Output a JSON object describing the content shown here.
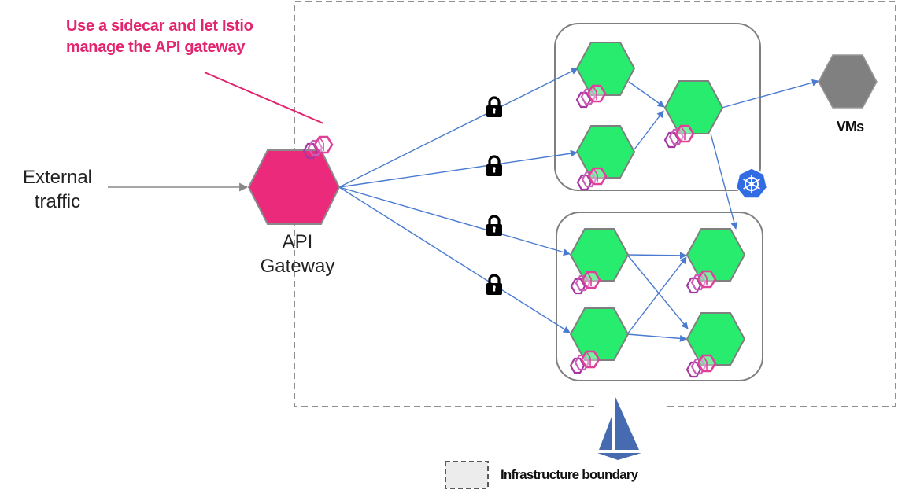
{
  "annotation": {
    "line1": "Use a sidecar and let Istio",
    "line2": "manage the API gateway"
  },
  "external_traffic": {
    "line1": "External",
    "line2": "traffic"
  },
  "api_gateway": {
    "line1": "API",
    "line2": "Gateway"
  },
  "vms": {
    "label": "VMs"
  },
  "legend": {
    "boundary_label": "Infrastructure boundary"
  },
  "icons": {
    "lock": "lock-icon",
    "sidecar": "envoy-sidecar-icon",
    "kubernetes": "kubernetes-icon",
    "istio": "istio-sail-icon"
  },
  "colors": {
    "annotation": "#e3256f",
    "gateway": "#ec2a7b",
    "service": "#28ec6e",
    "vm": "#808080",
    "arrow": "#4a7bd0",
    "sidecar": "#d63d9a",
    "kubernetes": "#326ce5",
    "istio": "#466bb0",
    "boundary": "#909090"
  },
  "clusters": [
    {
      "name": "kubernetes-cluster",
      "services": 3
    },
    {
      "name": "mesh-cluster",
      "services": 4
    }
  ]
}
